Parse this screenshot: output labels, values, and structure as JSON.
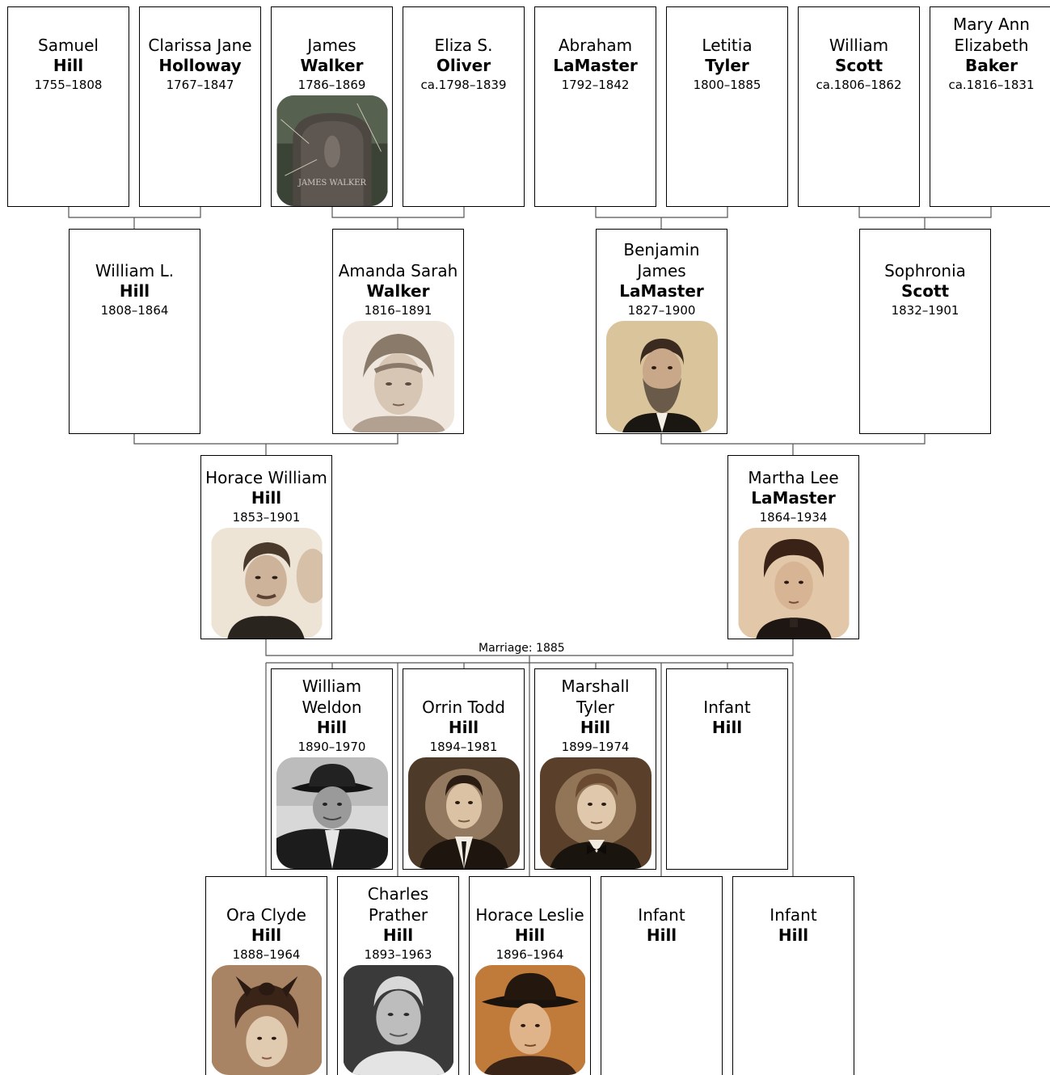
{
  "people": {
    "samuel_hill": {
      "given": "Samuel",
      "surname": "Hill",
      "dates": "1755–1808"
    },
    "clarissa_holloway": {
      "given": "Clarissa Jane",
      "surname": "Holloway",
      "dates": "1767–1847"
    },
    "james_walker": {
      "given": "James",
      "surname": "Walker",
      "dates": "1786–1869",
      "photo": "gravestone"
    },
    "eliza_oliver": {
      "given": "Eliza S.",
      "surname": "Oliver",
      "dates": "ca.1798–1839"
    },
    "abraham_lamaster": {
      "given": "Abraham",
      "surname": "LaMaster",
      "dates": "1792–1842"
    },
    "letitia_tyler": {
      "given": "Letitia",
      "surname": "Tyler",
      "dates": "1800–1885"
    },
    "william_scott": {
      "given": "William",
      "surname": "Scott",
      "dates": "ca.1806–1862"
    },
    "mary_baker": {
      "given": "Mary Ann Elizabeth",
      "surname": "Baker",
      "dates": "ca.1816–1831"
    },
    "william_l_hill": {
      "given": "William L.",
      "surname": "Hill",
      "dates": "1808–1864"
    },
    "amanda_walker": {
      "given": "Amanda Sarah",
      "surname": "Walker",
      "dates": "1816–1891",
      "photo": "woman-bonnet-portrait"
    },
    "benjamin_lamaster": {
      "given": "Benjamin James",
      "surname": "LaMaster",
      "dates": "1827–1900",
      "photo": "bearded-man-portrait"
    },
    "sophronia_scott": {
      "given": "Sophronia",
      "surname": "Scott",
      "dates": "1832–1901"
    },
    "horace_william_hill": {
      "given": "Horace William",
      "surname": "Hill",
      "dates": "1853–1901",
      "photo": "man-portrait"
    },
    "martha_lamaster": {
      "given": "Martha Lee",
      "surname": "LaMaster",
      "dates": "1864–1934",
      "photo": "woman-portrait"
    },
    "william_weldon_hill": {
      "given": "William Weldon",
      "surname": "Hill",
      "dates": "1890–1970",
      "photo": "man-hat-portrait"
    },
    "orrin_hill": {
      "given": "Orrin Todd",
      "surname": "Hill",
      "dates": "1894–1981",
      "photo": "young-man-portrait"
    },
    "marshall_hill": {
      "given": "Marshall Tyler",
      "surname": "Hill",
      "dates": "1899–1974",
      "photo": "young-man-bowtie-portrait"
    },
    "infant1": {
      "given": "Infant",
      "surname": "Hill",
      "dates": ""
    },
    "ora_hill": {
      "given": "Ora Clyde",
      "surname": "Hill",
      "dates": "1888–1964",
      "photo": "girl-bow-portrait"
    },
    "charles_hill": {
      "given": "Charles Prather",
      "surname": "Hill",
      "dates": "1893–1963",
      "photo": "old-man-portrait"
    },
    "horace_leslie_hill": {
      "given": "Horace Leslie",
      "surname": "Hill",
      "dates": "1896–1964",
      "photo": "man-fedora-portrait"
    },
    "infant2": {
      "given": "Infant",
      "surname": "Hill",
      "dates": ""
    },
    "infant3": {
      "given": "Infant",
      "surname": "Hill",
      "dates": ""
    }
  },
  "marriage": {
    "label": "Marriage: 1885"
  }
}
